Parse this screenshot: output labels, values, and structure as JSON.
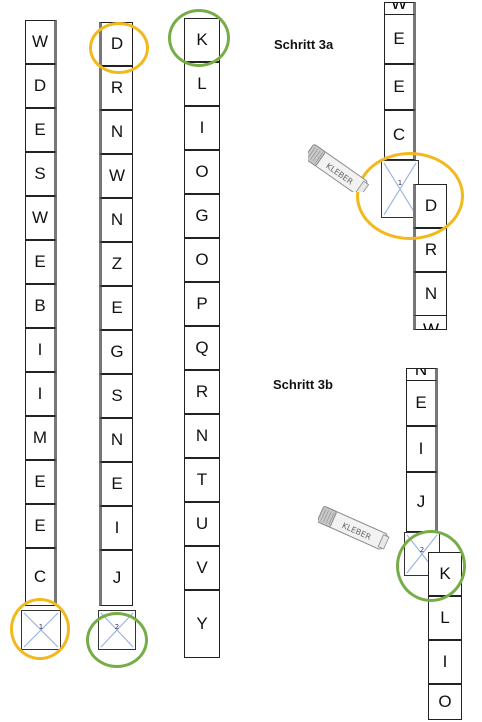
{
  "colors": {
    "yellow_ring": "#f2b81c",
    "green_ring": "#77ad47",
    "glue_cross": "#9bb4dd"
  },
  "strip1": {
    "letters": [
      "W",
      "D",
      "E",
      "S",
      "W",
      "E",
      "B",
      "I",
      "I",
      "M",
      "E",
      "E",
      "C"
    ],
    "glue_number": "1"
  },
  "strip2": {
    "letters": [
      "D",
      "R",
      "N",
      "W",
      "N",
      "Z",
      "E",
      "G",
      "S",
      "N",
      "E",
      "I",
      "J"
    ],
    "glue_number": "2"
  },
  "strip3": {
    "letters": [
      "K",
      "L",
      "I",
      "O",
      "G",
      "O",
      "P",
      "Q",
      "R",
      "N",
      "T",
      "U",
      "V",
      "Y"
    ]
  },
  "step_a": {
    "title": "Schritt 3a",
    "upper_fragment": "W",
    "upper_letters": [
      "E",
      "E",
      "C"
    ],
    "glue_number": "1",
    "lower_letters": [
      "D",
      "R",
      "N"
    ],
    "lower_fragment": "W",
    "glue_stick_label": "KLEBER"
  },
  "step_b": {
    "title": "Schritt 3b",
    "upper_fragment": "N",
    "upper_letters": [
      "E",
      "I",
      "J"
    ],
    "glue_number": "2",
    "lower_letters": [
      "K",
      "L",
      "I",
      "O"
    ],
    "glue_stick_label": "KLEBER"
  }
}
